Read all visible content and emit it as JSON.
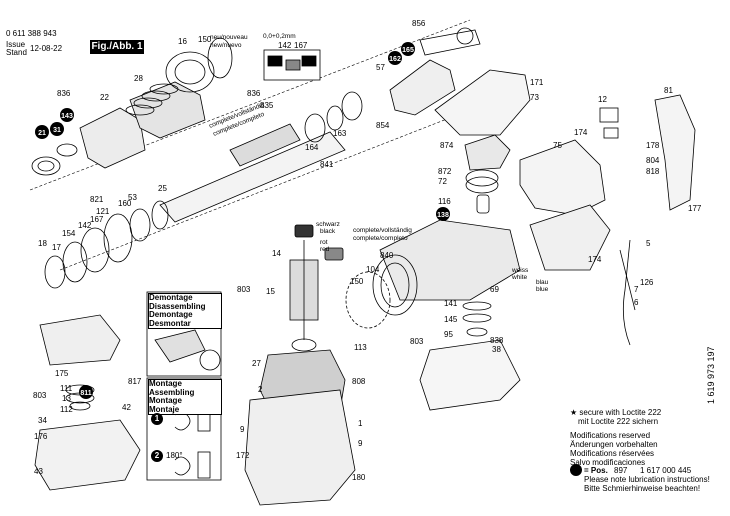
{
  "header": {
    "part_number": "0 611 388 943",
    "issue_label": "Issue",
    "issue_date": "12-08-22",
    "stand_label": "Stand",
    "figure_label": "Fig./Abb. 1"
  },
  "notes": {
    "loctite_line1": "★ secure with Loctite 222",
    "loctite_line2": "mit Loctite 222 sichern",
    "mod1": "Modifications reserved",
    "mod2": "Änderungen vorbehalten",
    "mod3": "Modifications réservées",
    "mod4": "Salvo modificaciones",
    "pos_label": "= Pos.",
    "pos_number": "897",
    "pos_part": "1 617 000 445",
    "lube1": "Please note lubrication instructions!",
    "lube2": "Bitte Schmierhinweise beachten!",
    "side_code": "1 619 973 197"
  },
  "instructions": {
    "disassembly": [
      "Demontage",
      "Disassembling",
      "Demontage",
      "Desmontar"
    ],
    "assembly": [
      "Montage",
      "Assembling",
      "Montage",
      "Montaje"
    ],
    "step1": "1",
    "step2": "2",
    "angle": "180°"
  },
  "labels": {
    "tolerance": "0,0+0,2mm",
    "new1": "neu/nouveau",
    "new2": "new/nuevo",
    "complete1": "complete/vollständig",
    "complete2": "complete/completo",
    "schwarz": "schwarz",
    "black": "black",
    "rot": "rot",
    "red": "red",
    "weiss": "weiss",
    "white": "white",
    "blau": "blau",
    "blue": "blue"
  },
  "callouts": {
    "c856": "856",
    "c16": "16",
    "c150a": "150",
    "c142": "142",
    "c167a": "167",
    "c836a": "836",
    "c28": "28",
    "c22": "22",
    "c143": "143",
    "c21": "21",
    "c31": "31",
    "c165": "165",
    "c162": "162",
    "c57": "57",
    "c171": "171",
    "c73": "73",
    "c836b": "836",
    "c835": "835",
    "c163": "163",
    "c164": "164",
    "c841": "841",
    "c854": "854",
    "c874": "874",
    "c75": "75",
    "c174a": "174",
    "c12": "12",
    "c81": "81",
    "c178": "178",
    "c804": "804",
    "c818": "818",
    "c872": "872",
    "c72": "72",
    "c177": "177",
    "c821": "821",
    "c53": "53",
    "c121": "121",
    "c167b": "167",
    "c160": "160",
    "c142b": "142",
    "c25": "25",
    "c116": "116",
    "c138": "138",
    "c154": "154",
    "c18": "18",
    "c17": "17",
    "c14": "14",
    "c840": "840",
    "c5": "5",
    "c104": "104",
    "c150b": "150",
    "c174b": "174",
    "c126": "126",
    "c803a": "803",
    "c15": "15",
    "c141": "141",
    "c69": "69",
    "c7": "7",
    "c6": "6",
    "c145": "145",
    "c95": "95",
    "c803b": "803",
    "c838": "838",
    "c38": "38",
    "c113": "113",
    "c27": "27",
    "c808": "808",
    "c175": "175",
    "c111": "111",
    "c803c": "803",
    "c13": "13",
    "c112": "112",
    "c817": "817",
    "c42": "42",
    "c811": "811",
    "c34": "34",
    "c176": "176",
    "c2": "2",
    "c9a": "9",
    "c1": "1",
    "c9b": "9",
    "c172": "172",
    "c180": "180",
    "c43": "43"
  }
}
